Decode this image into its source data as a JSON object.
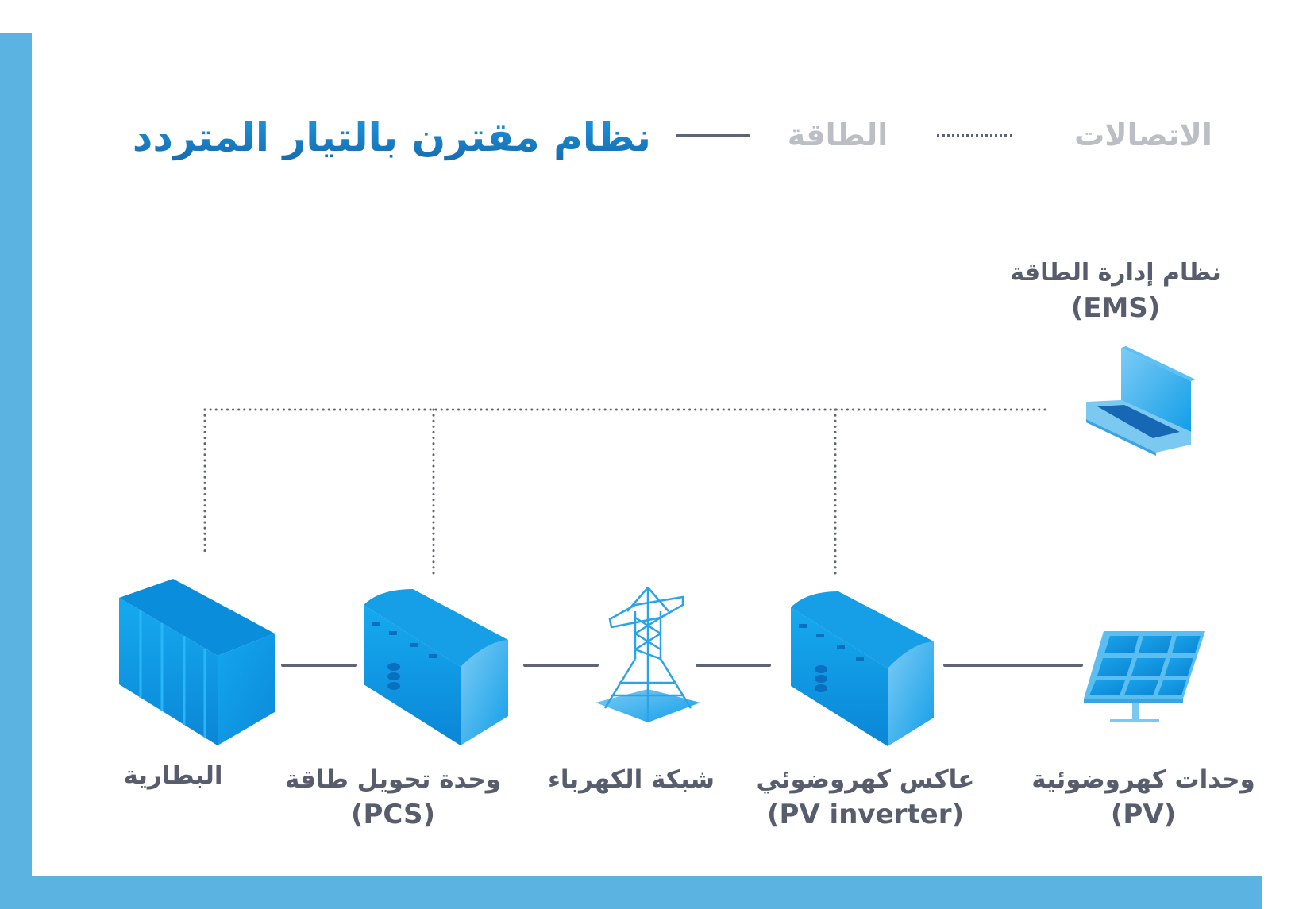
{
  "header": {
    "title": "نظام مقترن بالتيار المتردد",
    "legend": [
      {
        "style": "solid",
        "label": "الطاقة"
      },
      {
        "style": "dotted",
        "label": "الاتصالات"
      }
    ]
  },
  "colors": {
    "frame": "#5ab3e1",
    "title_blue": "#1a7fc6",
    "line_gray": "#5f6475",
    "legend_text": "#bcbec6",
    "label_text": "#585d6e",
    "device_blue": "#0fa0e8"
  },
  "ems": {
    "label": "نظام إدارة الطاقة",
    "abbr": "(EMS)",
    "icon": "laptop-icon"
  },
  "nodes": [
    {
      "id": "battery",
      "label": "البطارية",
      "abbr": "",
      "icon": "battery-container-icon"
    },
    {
      "id": "pcs",
      "label": "وحدة تحويل طاقة",
      "abbr": "(PCS)",
      "icon": "power-conversion-cabinet-icon"
    },
    {
      "id": "grid",
      "label": "شبكة الكهرباء",
      "abbr": "",
      "icon": "transmission-tower-icon"
    },
    {
      "id": "pv_inverter",
      "label": "عاكس كهروضوئي",
      "abbr": "(PV inverter)",
      "icon": "inverter-cabinet-icon"
    },
    {
      "id": "pv",
      "label": "وحدات كهروضوئية",
      "abbr": "(PV)",
      "icon": "solar-panel-icon"
    }
  ],
  "connections": {
    "power": [
      [
        "battery",
        "pcs"
      ],
      [
        "pcs",
        "grid"
      ],
      [
        "grid",
        "pv_inverter"
      ],
      [
        "pv_inverter",
        "pv"
      ]
    ],
    "communication": [
      [
        "ems",
        "battery"
      ],
      [
        "ems",
        "pcs"
      ],
      [
        "ems",
        "pv_inverter"
      ]
    ]
  }
}
